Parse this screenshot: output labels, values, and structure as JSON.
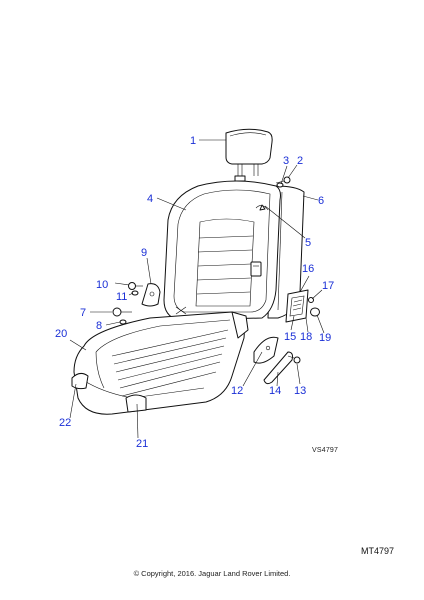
{
  "diagram": {
    "callouts": [
      {
        "id": "1",
        "text": "1"
      },
      {
        "id": "2",
        "text": "2"
      },
      {
        "id": "3",
        "text": "3"
      },
      {
        "id": "4",
        "text": "4"
      },
      {
        "id": "5",
        "text": "5"
      },
      {
        "id": "6",
        "text": "6"
      },
      {
        "id": "7",
        "text": "7"
      },
      {
        "id": "8",
        "text": "8"
      },
      {
        "id": "9",
        "text": "9"
      },
      {
        "id": "10",
        "text": "10"
      },
      {
        "id": "11",
        "text": "11"
      },
      {
        "id": "12",
        "text": "12"
      },
      {
        "id": "13",
        "text": "13"
      },
      {
        "id": "14",
        "text": "14"
      },
      {
        "id": "15",
        "text": "15"
      },
      {
        "id": "16",
        "text": "16"
      },
      {
        "id": "17",
        "text": "17"
      },
      {
        "id": "18",
        "text": "18"
      },
      {
        "id": "19",
        "text": "19"
      },
      {
        "id": "20",
        "text": "20"
      },
      {
        "id": "21",
        "text": "21"
      },
      {
        "id": "22",
        "text": "22"
      }
    ],
    "illustration_code": "VS4797",
    "reference": "MT4797",
    "copyright": "© Copyright, 2016. Jaguar Land Rover Limited.",
    "callout_color": "#1a2fd6"
  }
}
